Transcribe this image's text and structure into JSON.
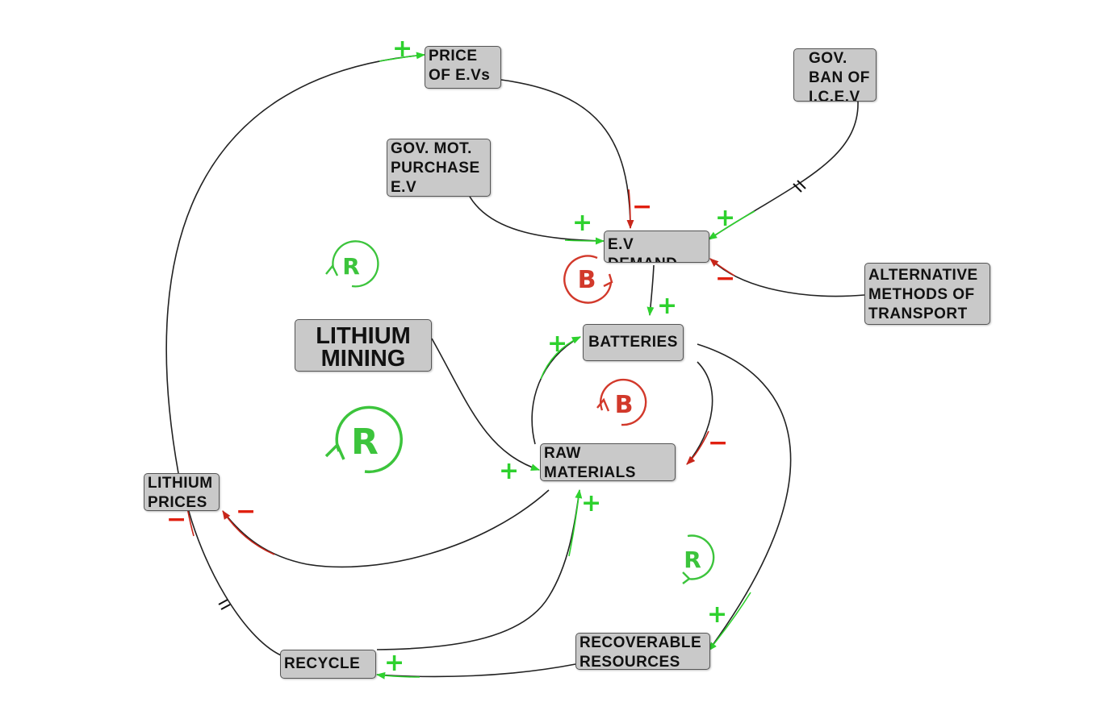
{
  "colors": {
    "reinforcing": "#3cc43c",
    "balancing": "#d2392b",
    "positive_sign": "#2ed12e",
    "negative_sign": "#e02010",
    "node_fill": "#c9c9c9",
    "edge": "#222222"
  },
  "nodes": {
    "price_evs": "PRICE\nOF E.Vs",
    "gov_ban": "GOV.\nBAN OF\nI.C.E.V",
    "gov_mot": "GOV. MOT.\nPURCHASE\nE.V",
    "ev_demand": "E.V DEMAND",
    "alternative": "ALTERNATIVE\nMETHODS OF\nTRANSPORT",
    "lithium_mining": "LITHIUM\nMINING",
    "batteries": "BATTERIES",
    "raw_materials": "RAW\nMATERIALS",
    "lithium_prices": "LITHIUM\nPRICES",
    "recycle": "RECYCLE",
    "recoverable": "RECOVERABLE\nRESOURCES"
  },
  "signs": {
    "plus": "+",
    "minus": "−"
  },
  "loops": {
    "reinforcing": "R",
    "balancing": "B"
  }
}
